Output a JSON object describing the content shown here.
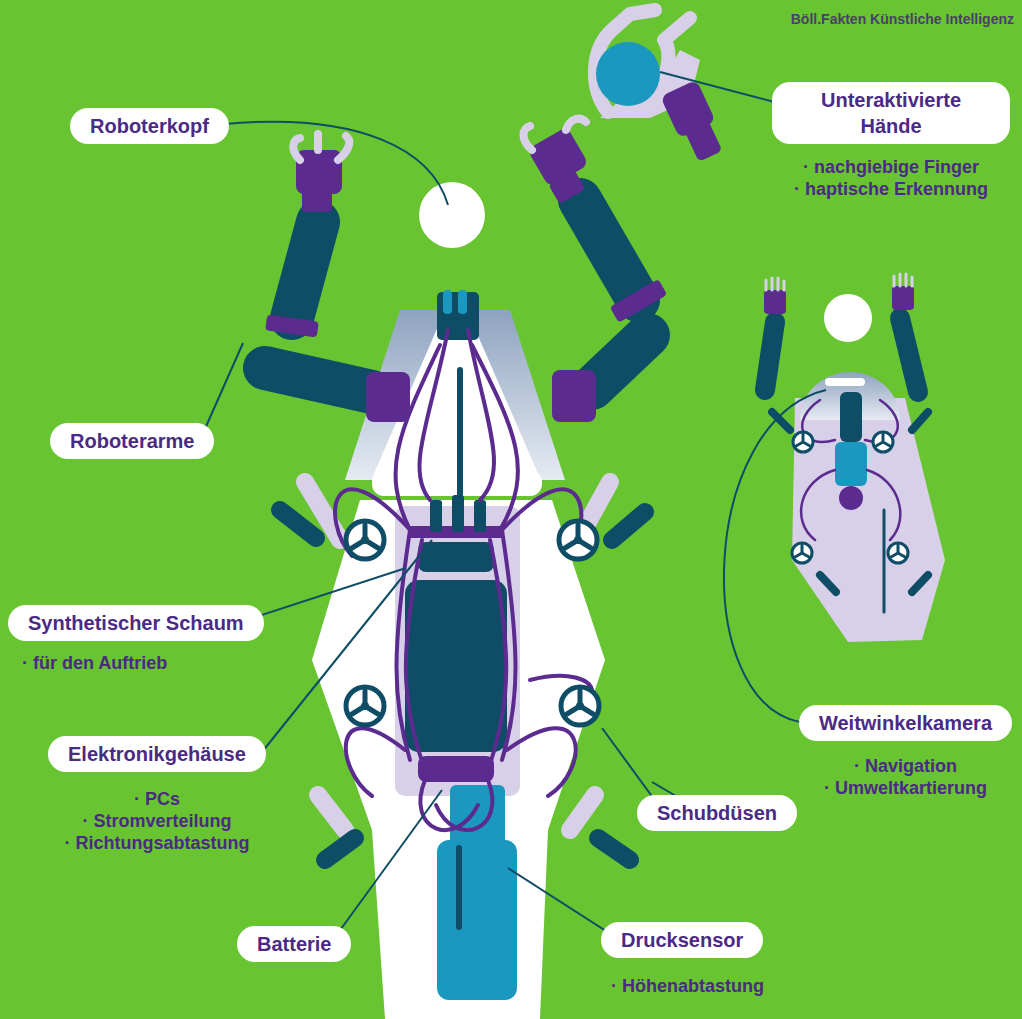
{
  "diagram": {
    "nodes": [
      {
        "text": [
          "Roboterkopf"
        ]
      },
      {
        "text": [
          "Unteraktivierte Hände",
          "· nachgiebige Finger",
          "· haptische Erkennung"
        ]
      },
      {
        "text": [
          "Roboterarme"
        ]
      },
      {
        "text": [
          "Synthetischer Schaum",
          "· für den Auftrieb"
        ]
      },
      {
        "text": [
          "Weitwinkelkamera",
          "· Navigation",
          "· Umweltkartierung"
        ]
      },
      {
        "text": [
          "Elektronikgehäuse",
          "· PCs",
          "· Stromverteilung",
          "· Richtungsabtastung"
        ]
      },
      {
        "text": [
          "Schubdüsen"
        ]
      },
      {
        "text": [
          "Batterie"
        ]
      },
      {
        "text": [
          "Drucksensor",
          "· Höhenabtastung"
        ]
      }
    ],
    "labels": [
      "Böll.Fakten Künstliche Intelligenz"
    ]
  }
}
